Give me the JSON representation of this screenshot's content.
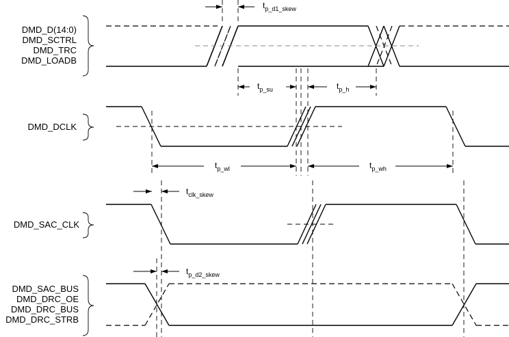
{
  "signals": {
    "data_group": [
      "DMD_D(14:0)",
      "DMD_SCTRL",
      "DMD_TRC",
      "DMD_LOADB"
    ],
    "dclk": "DMD_DCLK",
    "sac_clk": "DMD_SAC_CLK",
    "sac_group": [
      "DMD_SAC_BUS",
      "DMD_DRC_OE",
      "DMD_DRC_BUS",
      "DMD_DRC_STRB"
    ]
  },
  "timing": {
    "d1_skew": {
      "main": "t",
      "sub": "p_d1_skew"
    },
    "su": {
      "main": "t",
      "sub": "p_su"
    },
    "h": {
      "main": "t",
      "sub": "p_h"
    },
    "wl": {
      "main": "t",
      "sub": "p_wl"
    },
    "wh": {
      "main": "t",
      "sub": "p_wh"
    },
    "clk_skew": {
      "main": "t",
      "sub": "clk_skew"
    },
    "d2_skew": {
      "main": "t",
      "sub": "p_d2_skew"
    }
  }
}
